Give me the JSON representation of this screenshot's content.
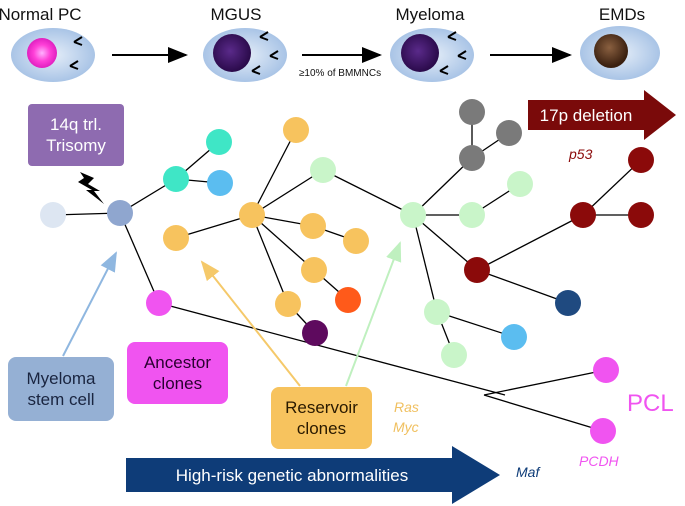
{
  "stages": {
    "normal_pc": "Normal PC",
    "mgus": "MGUS",
    "myeloma": "Myeloma",
    "emds": "EMDs"
  },
  "threshold_note": "≥10% of BMMNCs",
  "boxes": {
    "trl": "14q trl.\nTrisomy",
    "stem_cell": "Myeloma\nstem cell",
    "ancestor": "Ancestor\nclones",
    "reservoir": "Reservoir\nclones"
  },
  "arrows": {
    "deletion": "17p deletion",
    "high_risk": "High-risk genetic abnormalities"
  },
  "genes": {
    "p53": "p53",
    "ras": "Ras",
    "myc": "Myc",
    "maf": "Maf",
    "pcdh": "PCDH"
  },
  "pcl": "PCL",
  "colors": {
    "purple_box": "#8e6bb0",
    "stem_box": "#95b0d4",
    "ancestor": "#f054f0",
    "reservoir": "#f7c35e",
    "dark_red": "#8b0a0a",
    "navy": "#0e3c78",
    "light_green": "#c9f5c9",
    "teal": "#3fe6c6",
    "sky": "#5bbdf0",
    "gray": "#7a7a7a",
    "orange": "#ff5a1a",
    "dark_purple": "#5e0a5e"
  }
}
